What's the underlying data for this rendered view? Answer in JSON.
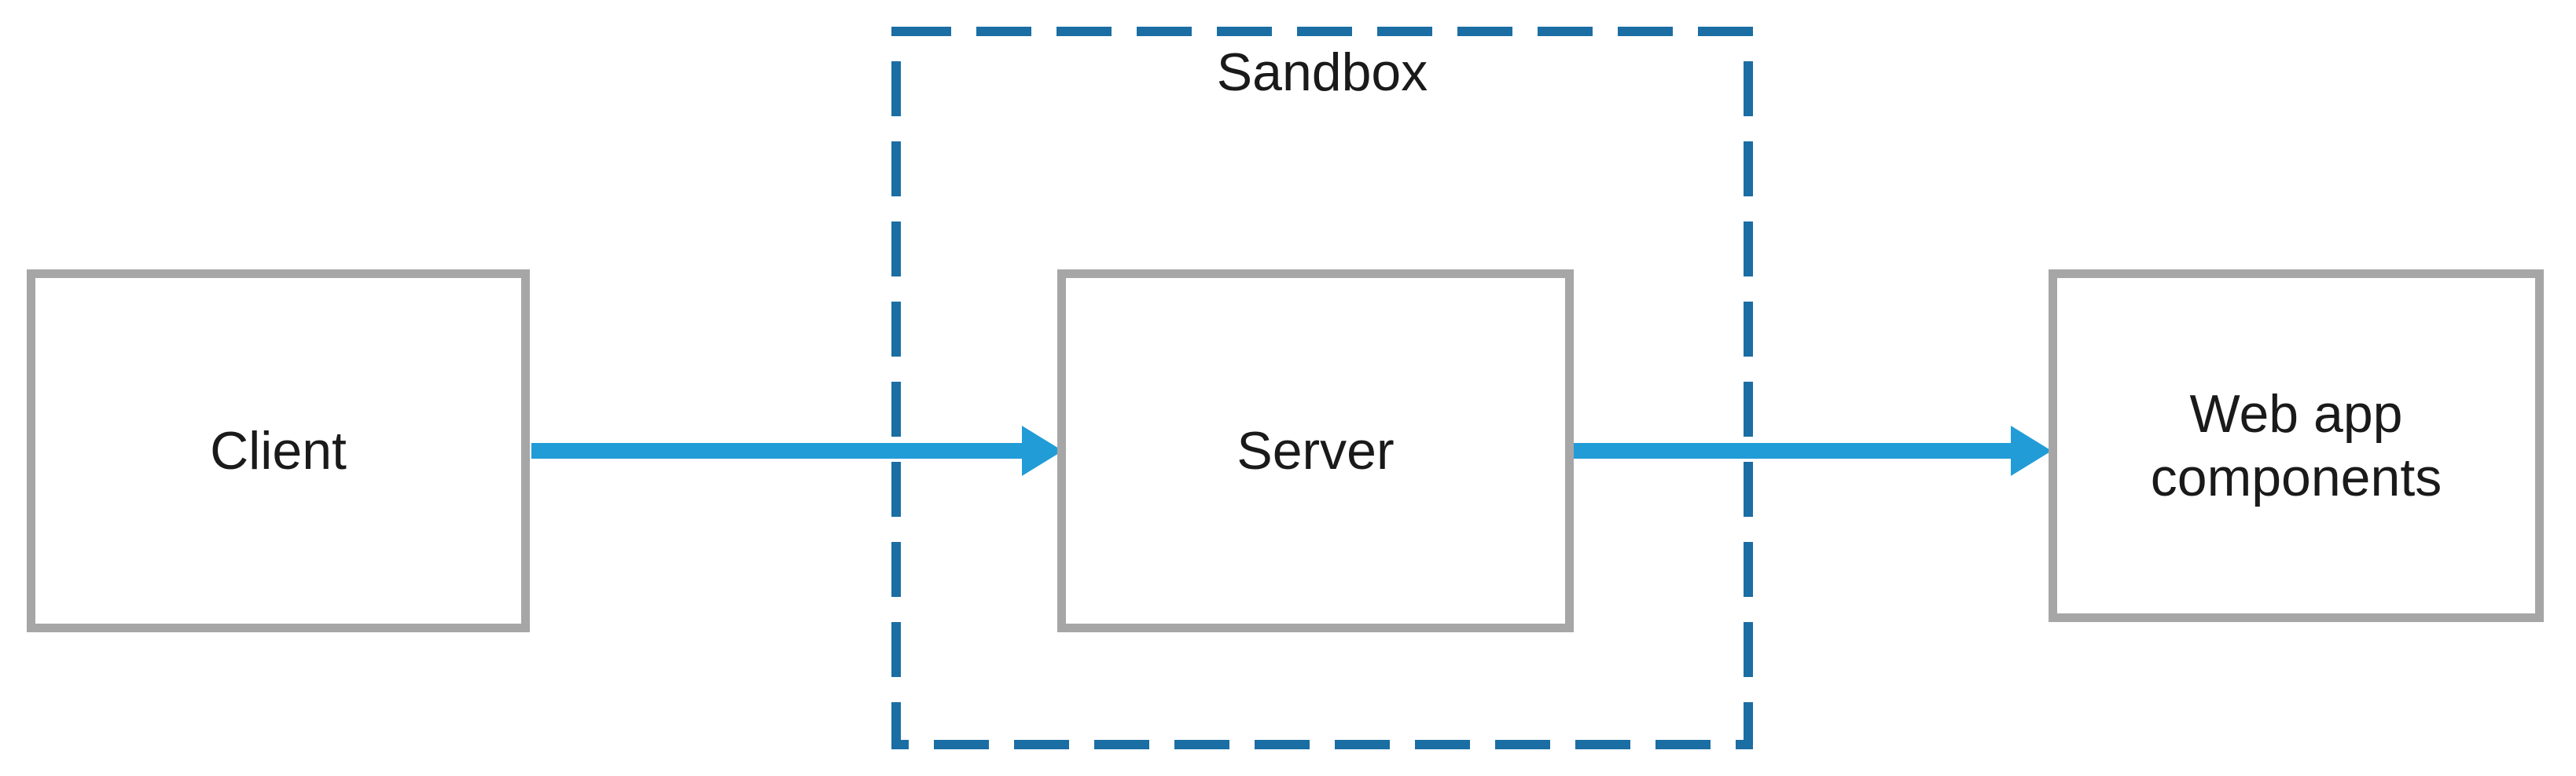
{
  "diagram": {
    "type": "architecture-flow",
    "sandbox": {
      "label": "Sandbox"
    },
    "nodes": [
      {
        "id": "client",
        "label": "Client"
      },
      {
        "id": "server",
        "label": "Server",
        "inside": "sandbox"
      },
      {
        "id": "web-app-components",
        "label": "Web app components"
      }
    ],
    "edges": [
      {
        "from": "client",
        "to": "server",
        "style": "solid-arrow"
      },
      {
        "from": "server",
        "to": "web-app-components",
        "style": "solid-arrow"
      }
    ]
  },
  "colors": {
    "arrow_blue": "#219CD7",
    "sandbox_border_blue": "#1B6EA3",
    "node_border_gray": "#A6A6A6",
    "text": "#1A1A1A",
    "background": "#FFFFFF"
  }
}
